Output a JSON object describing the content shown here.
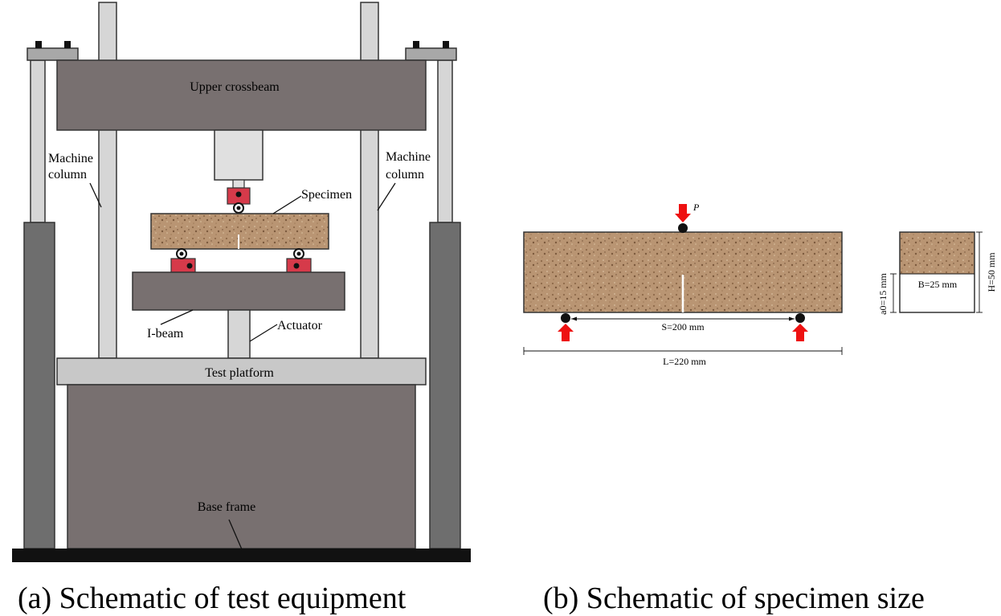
{
  "panel_a": {
    "labels": {
      "upper_crossbeam": "Upper crossbeam",
      "machine_left_line1": "Machine",
      "machine_left_line2": "column",
      "machine_right_line1": "Machine",
      "machine_right_line2": "column",
      "specimen": "Specimen",
      "i_beam": "I-beam",
      "actuator": "Actuator",
      "test_platform": "Test platform",
      "base_frame": "Base frame"
    },
    "caption": "(a) Schematic of test equipment"
  },
  "panel_b": {
    "load_label": "P",
    "span_label": "S=200 mm",
    "length_label": "L=220 mm",
    "width_label": "B=25 mm",
    "height_label": "H=50 mm",
    "notch_label": "a0=15 mm",
    "caption": "(b) Schematic of specimen size"
  },
  "colors": {
    "frame_dark": "#787070",
    "column_light": "#d6d6d6",
    "column_dark": "#6e6e6e",
    "platform": "#c8c8c8",
    "support_red": "#d63a4a",
    "load_arrow": "#e11",
    "specimen_tan": "#b58f6c"
  }
}
